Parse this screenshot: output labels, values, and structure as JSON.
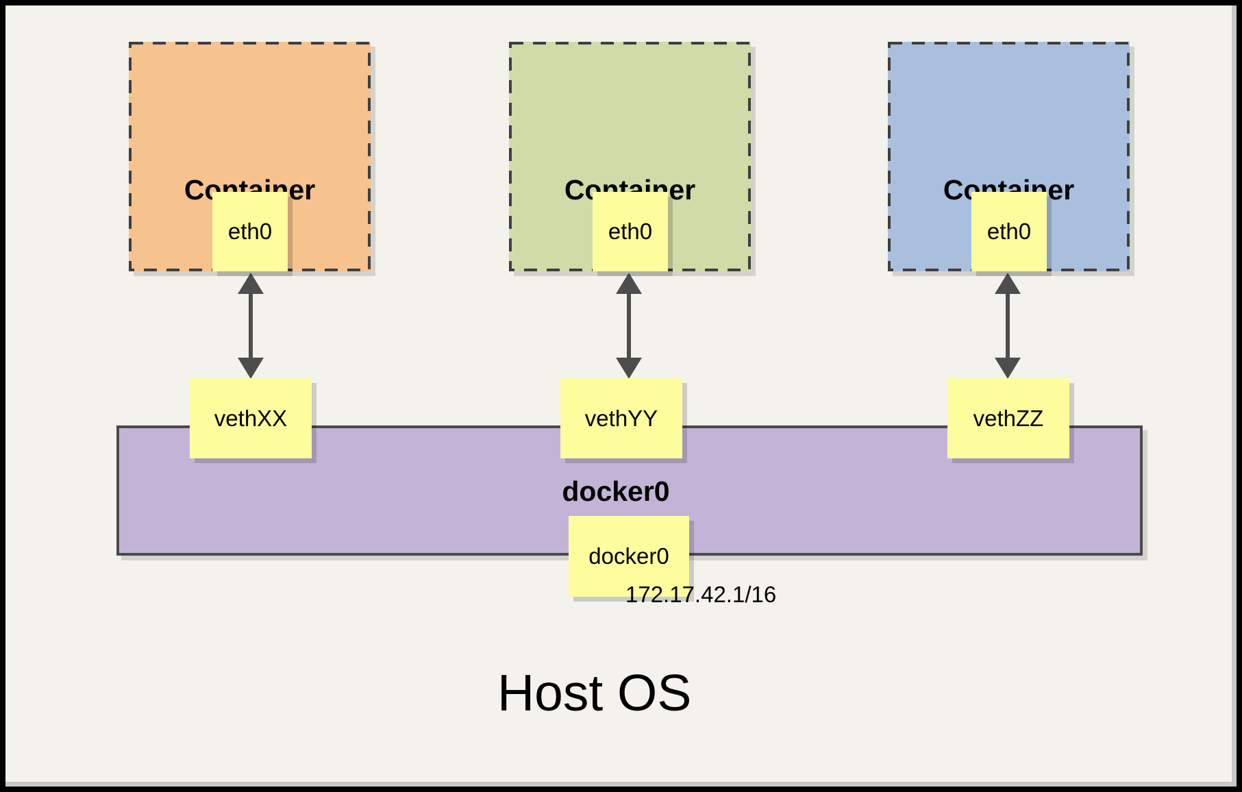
{
  "diagram": {
    "host_label": "Host OS",
    "bridge": {
      "label": "docker0",
      "interface_label": "docker0",
      "ip": "172.17.42.1/16",
      "fill": "#C3B4D7"
    },
    "containers": [
      {
        "label": "Container",
        "interface_label": "eth0",
        "veth_label": "vethXX",
        "fill": "#F6C28E"
      },
      {
        "label": "Container",
        "interface_label": "eth0",
        "veth_label": "vethYY",
        "fill": "#CFDCA7"
      },
      {
        "label": "Container",
        "interface_label": "eth0",
        "veth_label": "vethZZ",
        "fill": "#A9BFDE"
      }
    ],
    "colors": {
      "background": "#F4F2EC",
      "port_fill": "#FDFD9E",
      "dash_stroke": "#3F3F3F",
      "arrow": "#4D4D4D",
      "frame": "#000000"
    }
  }
}
